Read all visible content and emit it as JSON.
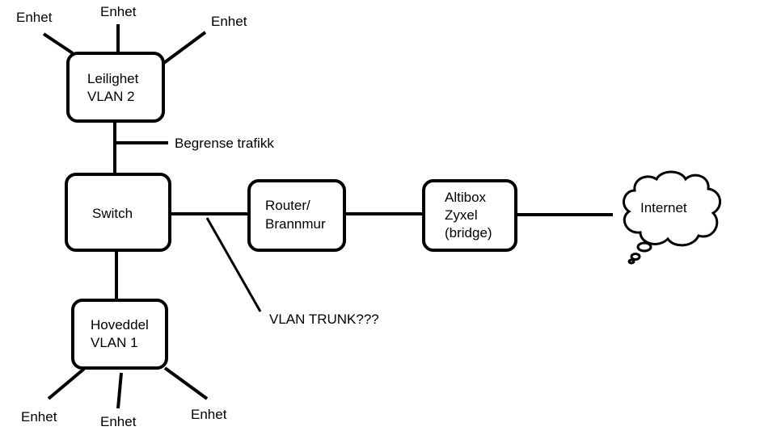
{
  "nodes": {
    "leilighet": {
      "line1": "Leilighet",
      "line2": "VLAN 2"
    },
    "switch": {
      "label": "Switch"
    },
    "hoveddel": {
      "line1": "Hoveddel",
      "line2": "VLAN 1"
    },
    "router": {
      "line1": "Router/",
      "line2": "Brannmur"
    },
    "altibox": {
      "line1": "Altibox",
      "line2": "Zyxel",
      "line3": "(bridge)"
    },
    "internet": {
      "label": "Internet"
    }
  },
  "devices": {
    "top": [
      "Enhet",
      "Enhet",
      "Enhet"
    ],
    "bottom": [
      "Enhet",
      "Enhet",
      "Enhet"
    ]
  },
  "annotations": {
    "restrict_traffic": "Begrense trafikk",
    "vlan_trunk": "VLAN TRUNK???"
  }
}
